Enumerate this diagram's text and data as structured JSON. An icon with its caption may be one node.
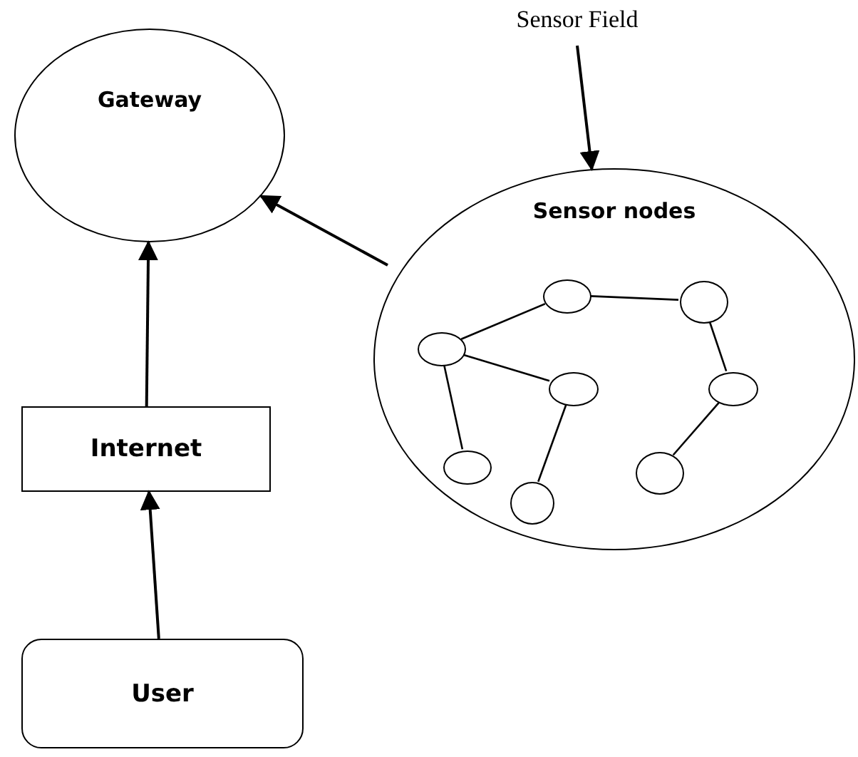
{
  "diagram": {
    "nodes": [
      {
        "text": [
          "Sensor Field"
        ]
      },
      {
        "text": [
          "Gateway"
        ]
      },
      {
        "text": [
          "Sensor nodes"
        ]
      },
      {
        "text": [
          "Internet"
        ]
      },
      {
        "text": [
          "User"
        ]
      },
      {
        "text": [],
        "shape": "ellipse",
        "in": 2
      },
      {
        "text": [],
        "shape": "ellipse",
        "in": 2
      },
      {
        "text": [],
        "shape": "ellipse",
        "in": 2
      },
      {
        "text": [],
        "shape": "ellipse",
        "in": 2
      },
      {
        "text": [],
        "shape": "ellipse",
        "in": 2
      },
      {
        "text": [],
        "shape": "ellipse",
        "in": 2
      },
      {
        "text": [],
        "shape": "ellipse",
        "in": 2
      },
      {
        "text": [],
        "shape": "ellipse",
        "in": 2
      }
    ],
    "edges": [
      {
        "from": 0,
        "to": 2,
        "arrow": "to"
      },
      {
        "from": 2,
        "to": 1,
        "arrow": "to"
      },
      {
        "from": 3,
        "to": 1,
        "arrow": "to"
      },
      {
        "from": 4,
        "to": 3,
        "arrow": "to"
      },
      {
        "from": 5,
        "to": 6,
        "arrow": "none"
      },
      {
        "from": 7,
        "to": 5,
        "arrow": "none"
      },
      {
        "from": 7,
        "to": 8,
        "arrow": "none"
      },
      {
        "from": 7,
        "to": 10,
        "arrow": "none"
      },
      {
        "from": 8,
        "to": 12,
        "arrow": "none"
      },
      {
        "from": 6,
        "to": 9,
        "arrow": "none"
      },
      {
        "from": 9,
        "to": 11,
        "arrow": "none"
      }
    ]
  }
}
